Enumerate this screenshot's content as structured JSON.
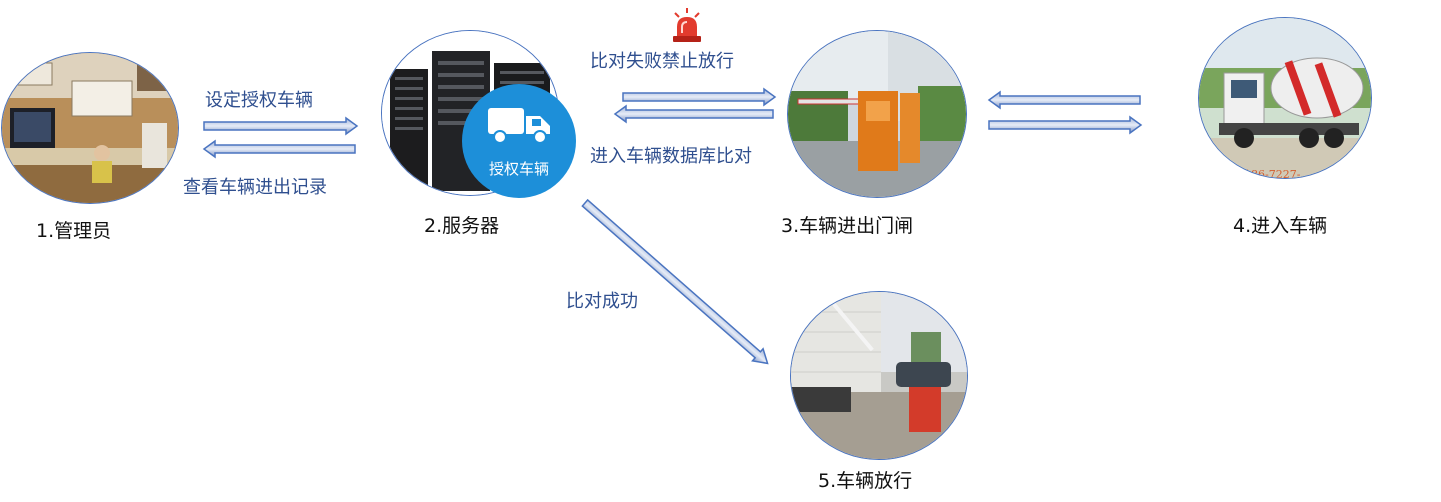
{
  "nodes": {
    "admin": "1.管理员",
    "server": "2.服务器",
    "gate": "3.车辆进出门闸",
    "vehicle": "4.进入车辆",
    "release": "5.车辆放行"
  },
  "flows": {
    "set_auth": "设定授权车辆",
    "view_records": "查看车辆进出记录",
    "fail_deny": "比对失败禁止放行",
    "enter_compare": "进入车辆数据库比对",
    "success": "比对成功"
  },
  "badge": {
    "label": "授权车辆"
  },
  "watermark": {
    "text": "186-7227-"
  },
  "colors": {
    "arrow_fill": "#c8d4ec",
    "arrow_stroke": "#4a74c0",
    "badge": "#1d8fd9",
    "alarm": "#e23b2e"
  }
}
